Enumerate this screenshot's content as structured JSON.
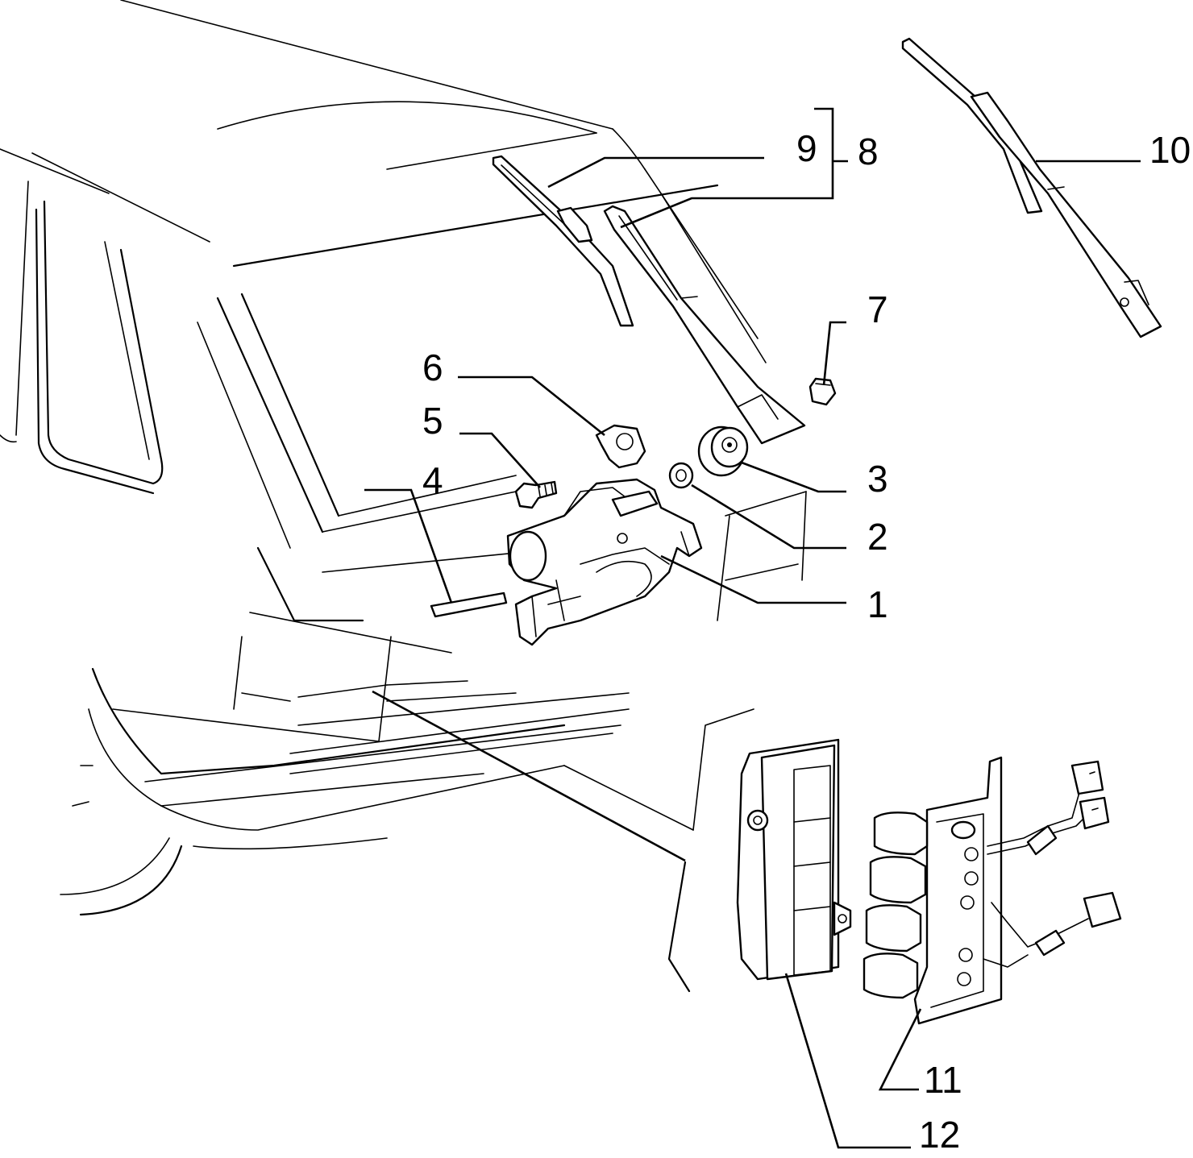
{
  "diagram": {
    "callouts": [
      {
        "id": "1",
        "label": "1"
      },
      {
        "id": "2",
        "label": "2"
      },
      {
        "id": "3",
        "label": "3"
      },
      {
        "id": "4",
        "label": "4"
      },
      {
        "id": "5",
        "label": "5"
      },
      {
        "id": "6",
        "label": "6"
      },
      {
        "id": "7",
        "label": "7"
      },
      {
        "id": "8",
        "label": "8"
      },
      {
        "id": "9",
        "label": "9"
      },
      {
        "id": "10",
        "label": "10"
      },
      {
        "id": "11",
        "label": "11"
      },
      {
        "id": "12",
        "label": "12"
      }
    ],
    "line_color": "#000000",
    "background_color": "#ffffff"
  }
}
